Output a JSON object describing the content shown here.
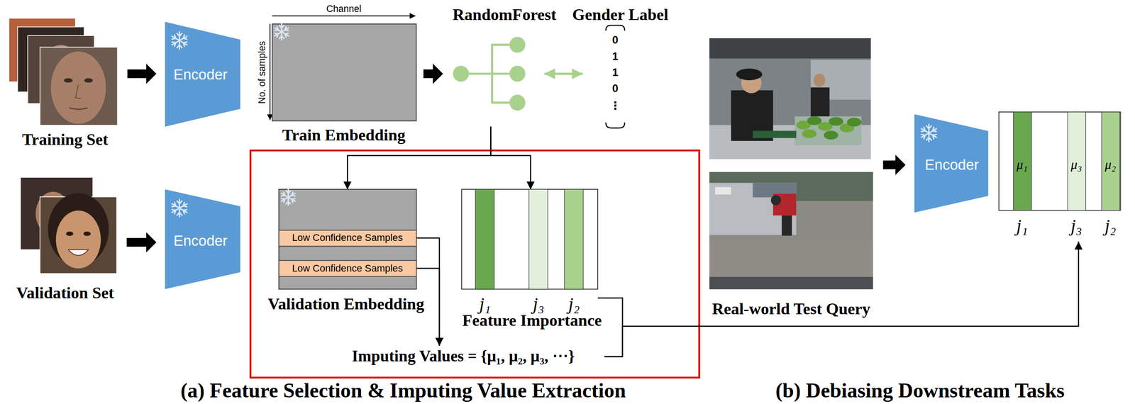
{
  "diagram": {
    "nodes": [
      {
        "text": [
          "Training Set"
        ]
      },
      {
        "text": [
          "Encoder"
        ]
      },
      {
        "text": [
          "Train Embedding",
          "Channel",
          "No. of samples"
        ]
      },
      {
        "text": [
          "RandomForest"
        ]
      },
      {
        "text": [
          "Gender Label",
          "0",
          "1",
          "1",
          "0",
          "⋮"
        ]
      },
      {
        "text": [
          "Validation Set"
        ]
      },
      {
        "text": [
          "Encoder"
        ]
      },
      {
        "text": [
          "Validation Embedding"
        ]
      },
      {
        "text": [
          "Low Confidence Samples"
        ],
        "in": 7
      },
      {
        "text": [
          "Low Confidence Samples"
        ],
        "in": 7
      },
      {
        "text": [
          "j₁",
          "j₃",
          "j₂",
          "Feature Importance"
        ]
      },
      {
        "text": [
          "Imputing Values = {μ₁, μ₂, μ₃, ⋯}"
        ]
      },
      {
        "text": [
          "Real-world Test Query"
        ]
      },
      {
        "text": [
          "Encoder"
        ]
      },
      {
        "text": [
          "μ₁",
          "μ₃",
          "μ₂",
          "j₁",
          "j₃",
          "j₂"
        ]
      }
    ],
    "edges": [
      {
        "from": 0,
        "to": 1,
        "arrow": "to"
      },
      {
        "from": 2,
        "to": 3,
        "arrow": "to"
      },
      {
        "from": 3,
        "to": 4,
        "arrow": "both"
      },
      {
        "from": 5,
        "to": 6,
        "arrow": "to"
      },
      {
        "from": 3,
        "to": 7,
        "arrow": "to"
      },
      {
        "from": 3,
        "to": 10,
        "arrow": "to"
      },
      {
        "from": 8,
        "to": 11,
        "arrow": "to"
      },
      {
        "from": 9,
        "to": 11,
        "arrow": "to"
      },
      {
        "from": 10,
        "to": 11,
        "arrow": "none"
      },
      {
        "from": 11,
        "to": 14,
        "arrow": "to"
      },
      {
        "from": 12,
        "to": 13,
        "arrow": "to"
      }
    ],
    "labels": [
      "(a) Feature Selection & Imputing Value Extraction",
      "(b) Debiasing Downstream Tasks"
    ]
  }
}
